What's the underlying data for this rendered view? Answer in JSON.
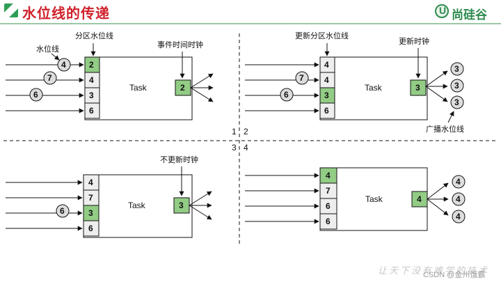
{
  "header": {
    "title": "水位线的传递",
    "logo_text": "尚硅谷"
  },
  "labels": {
    "partition_watermark": "分区水位线",
    "watermark": "水位线",
    "event_time_clock": "事件时间时钟",
    "updated_partition_watermark": "更新分区水位线",
    "updated_clock": "更新时钟",
    "broadcast_watermark": "广播水位线",
    "clock_not_updated": "不更新时钟",
    "task": "Task"
  },
  "quadrant_numbers": [
    "1",
    "2",
    "3",
    "4"
  ],
  "panels": [
    {
      "partitions": [
        "2",
        "4",
        "3",
        "6"
      ],
      "highlighted": [
        0
      ],
      "incoming": [
        "4",
        "7",
        "6",
        ""
      ],
      "clock": "2",
      "outputs": []
    },
    {
      "partitions": [
        "4",
        "4",
        "3",
        "6"
      ],
      "highlighted": [
        2
      ],
      "incoming": [
        "",
        "7",
        "6",
        ""
      ],
      "clock": "3",
      "outputs": [
        "3",
        "3",
        "3"
      ]
    },
    {
      "partitions": [
        "4",
        "7",
        "3",
        "6"
      ],
      "highlighted": [
        2
      ],
      "incoming": [
        "",
        "",
        "6",
        ""
      ],
      "clock": "3",
      "outputs": []
    },
    {
      "partitions": [
        "4",
        "7",
        "6",
        "6"
      ],
      "highlighted": [
        0
      ],
      "incoming": [
        "",
        "",
        "",
        ""
      ],
      "clock": "4",
      "outputs": [
        "4",
        "4",
        "4"
      ]
    }
  ],
  "colors": {
    "title_red": "#d0202a",
    "brand_green": "#2e8b4f",
    "partition_green": "#92cc85",
    "partition_gray": "#eeeeee"
  },
  "footer": {
    "watermark_text": "让天下没有难学的技术",
    "csdn_credit": "CSDN @金州饿霸"
  }
}
